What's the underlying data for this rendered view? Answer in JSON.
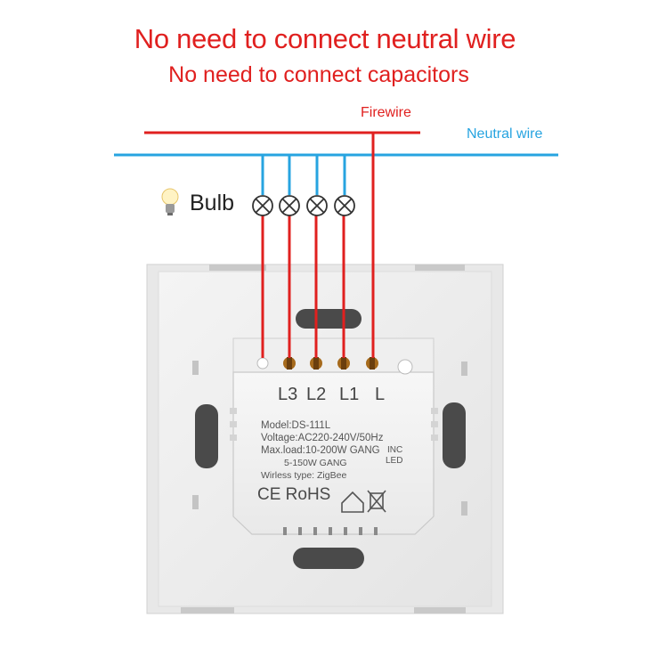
{
  "titles": {
    "line1": "No need to connect neutral wire",
    "line2": "No need to connect capacitors"
  },
  "wires": {
    "fire_label": "Firewire",
    "neutral_label": "Neutral wire",
    "bulb_label": "Bulb"
  },
  "colors": {
    "fire": "#e0201f",
    "neutral": "#27a4e0"
  },
  "terminals": [
    "L3",
    "L2",
    "L1",
    "L"
  ],
  "module": {
    "model": "Model:DS-111L",
    "voltage": "Voltage:AC220-240V/50Hz",
    "max_load": "Max.load:10-200W GANG",
    "inc": "INC",
    "led_load": "5-150W GANG",
    "led": "LED",
    "wireless": "Wirless type: ZigBee",
    "certs": "CE RoHS"
  }
}
